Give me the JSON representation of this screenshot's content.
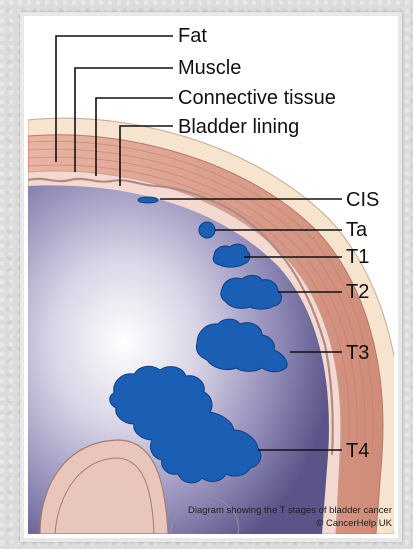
{
  "labels": {
    "fat": "Fat",
    "muscle": "Muscle",
    "connective": "Connective tissue",
    "lining": "Bladder lining",
    "cis": "CIS",
    "ta": "Ta",
    "t1": "T1",
    "t2": "T2",
    "t3": "T3",
    "t4": "T4"
  },
  "caption": {
    "line1": "Diagram showing the T stages of bladder cancer",
    "line2": "© CancerHelp UK"
  },
  "colors": {
    "tumour": "#1a5fb4",
    "muscle": "#dca08e",
    "fat": "#f7e4cf",
    "interior": "#6b6698"
  }
}
